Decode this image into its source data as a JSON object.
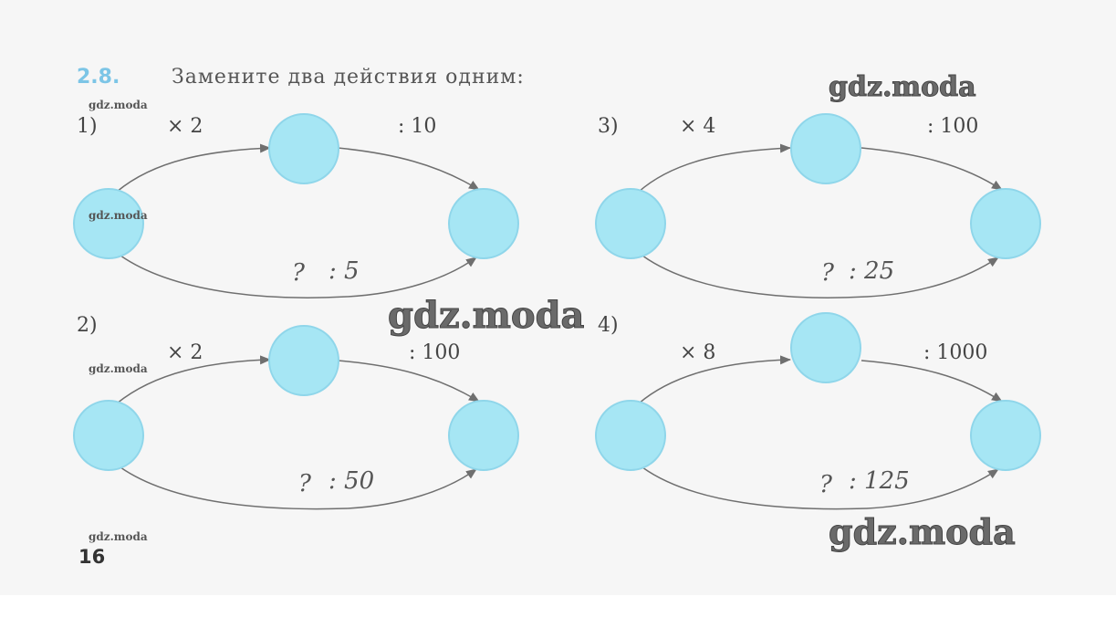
{
  "task": {
    "number": "2.8.",
    "instruction": "Замените два действия одним:"
  },
  "diagrams": [
    {
      "index": "1)",
      "op1": "× 2",
      "op2": ": 10",
      "answer_q": "?",
      "answer": ": 5"
    },
    {
      "index": "2)",
      "op1": "× 2",
      "op2": ": 100",
      "answer_q": "?",
      "answer": ": 50"
    },
    {
      "index": "3)",
      "op1": "× 4",
      "op2": ": 100",
      "answer_q": "?",
      "answer": ": 25"
    },
    {
      "index": "4)",
      "op1": "× 8",
      "op2": ": 1000",
      "answer_q": "?",
      "answer": ": 125"
    }
  ],
  "page_number": "16",
  "watermarks": {
    "small": "gdz.moda",
    "big": "gdz.moda"
  },
  "colors": {
    "circle_fill": "#a6e6f4",
    "circle_stroke": "#8fd6ea",
    "accent": "#7cc5e6",
    "arrow": "#6f6f6f"
  }
}
